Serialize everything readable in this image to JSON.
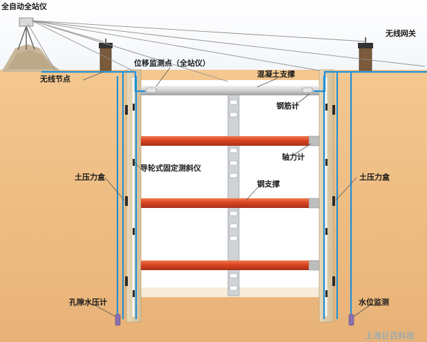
{
  "labels": {
    "total_station": "全自动全站仪",
    "wireless_gateway": "无线网关",
    "wireless_node": "无线节点",
    "displacement_point": "位移监测点（全站仪）",
    "concrete_strut": "混凝土支撑",
    "rebar_meter": "钢筋计",
    "axial_force_meter": "轴力计",
    "inclinometer": "导轮式固定测斜仪",
    "steel_strut": "钢支撑",
    "earth_pressure_left": "土压力盒",
    "earth_pressure_right": "土压力盒",
    "pore_water_meter": "孔隙水压计",
    "water_level": "水位监测"
  },
  "watermark": "上海巨百科技",
  "colors": {
    "soil": "#edb97e",
    "steel_strut": "#d94a26",
    "concrete_strut": "#c9c9c9",
    "cable": "#1f8fd6",
    "pit_interior": "#ffffff"
  }
}
